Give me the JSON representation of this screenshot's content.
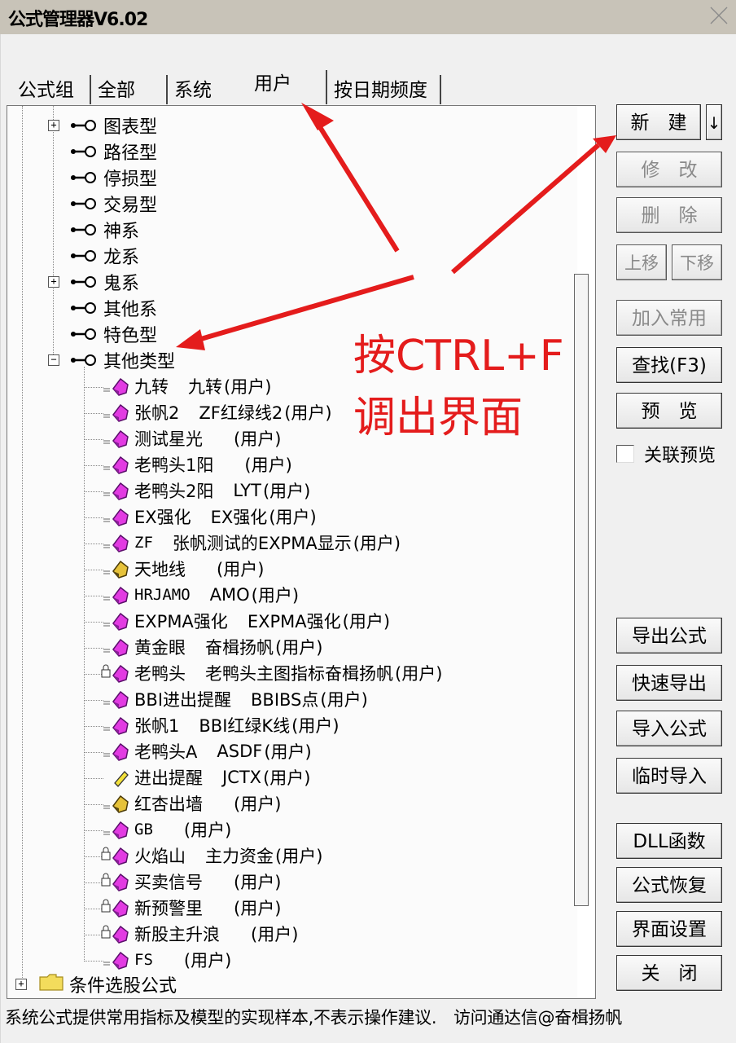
{
  "window": {
    "title": "公式管理器V6.02",
    "close_icon": "close-x-icon"
  },
  "tabs": [
    {
      "label": "公式组",
      "active": false
    },
    {
      "label": "全部",
      "active": false
    },
    {
      "label": "系统",
      "active": false
    },
    {
      "label": "用户",
      "active": true
    },
    {
      "label": "按日期频度",
      "active": false
    }
  ],
  "tree": {
    "groups": [
      {
        "label": "图表型",
        "expander": "+",
        "icon": "key-icon"
      },
      {
        "label": "路径型",
        "expander": "",
        "icon": "key-icon"
      },
      {
        "label": "停损型",
        "expander": "",
        "icon": "key-icon"
      },
      {
        "label": "交易型",
        "expander": "",
        "icon": "key-icon"
      },
      {
        "label": "神系",
        "expander": "",
        "icon": "key-icon"
      },
      {
        "label": "龙系",
        "expander": "",
        "icon": "key-icon"
      },
      {
        "label": "鬼系",
        "expander": "+",
        "icon": "key-icon"
      },
      {
        "label": "其他系",
        "expander": "",
        "icon": "key-icon"
      },
      {
        "label": "特色型",
        "expander": "",
        "icon": "key-icon"
      },
      {
        "label": "其他类型",
        "expander": "−",
        "icon": "key-icon"
      }
    ],
    "formulas": [
      {
        "name": "九转",
        "desc": "九转",
        "owner": "(用户)",
        "icon": "purple-gem-icon",
        "locked": false
      },
      {
        "name": "张帆2",
        "desc": "ZF红绿线2",
        "owner": "(用户)",
        "icon": "purple-gem-icon",
        "locked": false
      },
      {
        "name": "测试星光",
        "desc": "",
        "owner": "(用户)",
        "icon": "purple-gem-icon",
        "locked": false
      },
      {
        "name": "老鸭头1阳",
        "desc": "",
        "owner": "(用户)",
        "icon": "purple-gem-icon",
        "locked": false
      },
      {
        "name": "老鸭头2阳",
        "desc": "LYT",
        "owner": "(用户)",
        "icon": "purple-gem-icon",
        "locked": false
      },
      {
        "name": "EX强化",
        "desc": "EX强化",
        "owner": "(用户)",
        "icon": "purple-gem-icon",
        "locked": false
      },
      {
        "name": "ZF",
        "desc": "张帆测试的EXPMA显示",
        "owner": "(用户)",
        "icon": "purple-gem-icon",
        "locked": false
      },
      {
        "name": "天地线",
        "desc": "",
        "owner": "(用户)",
        "icon": "yellow-gem-icon",
        "locked": false
      },
      {
        "name": "HRJAMO",
        "desc": "AMO",
        "owner": "(用户)",
        "icon": "purple-gem-icon",
        "locked": false
      },
      {
        "name": "EXPMA强化",
        "desc": "EXPMA强化",
        "owner": "(用户)",
        "icon": "purple-gem-icon",
        "locked": false
      },
      {
        "name": "黄金眼",
        "desc": "奋楫扬帆",
        "owner": "(用户)",
        "icon": "purple-gem-icon",
        "locked": false
      },
      {
        "name": "老鸭头",
        "desc": "老鸭头主图指标奋楫扬帆",
        "owner": "(用户)",
        "icon": "purple-gem-icon",
        "locked": true
      },
      {
        "name": "BBI进出提醒",
        "desc": "BBIBS点",
        "owner": "(用户)",
        "icon": "purple-gem-icon",
        "locked": false
      },
      {
        "name": "张帆1",
        "desc": "BBI红绿K线",
        "owner": "(用户)",
        "icon": "purple-gem-icon",
        "locked": false
      },
      {
        "name": "老鸭头A",
        "desc": "ASDF",
        "owner": "(用户)",
        "icon": "purple-gem-icon",
        "locked": false
      },
      {
        "name": "进出提醒",
        "desc": "JCTX",
        "owner": "(用户)",
        "icon": "yellow-pencil-icon",
        "locked": false
      },
      {
        "name": "红杏出墙",
        "desc": "",
        "owner": "(用户)",
        "icon": "yellow-gem-icon",
        "locked": false
      },
      {
        "name": "GB",
        "desc": "",
        "owner": "(用户)",
        "icon": "purple-gem-icon",
        "locked": false
      },
      {
        "name": "火焰山",
        "desc": "主力资金",
        "owner": "(用户)",
        "icon": "purple-gem-icon",
        "locked": true
      },
      {
        "name": "买卖信号",
        "desc": "",
        "owner": "(用户)",
        "icon": "purple-gem-icon",
        "locked": true
      },
      {
        "name": "新预警里",
        "desc": "",
        "owner": "(用户)",
        "icon": "purple-gem-icon",
        "locked": true
      },
      {
        "name": "新股主升浪",
        "desc": "",
        "owner": "(用户)",
        "icon": "purple-gem-icon",
        "locked": true
      },
      {
        "name": "FS",
        "desc": "",
        "owner": "(用户)",
        "icon": "purple-gem-icon",
        "locked": false
      }
    ],
    "bottom_folder": {
      "label": "条件选股公式",
      "expander": "+",
      "icon": "folder-icon"
    }
  },
  "buttons": {
    "new": {
      "label": "新　建",
      "enabled": true
    },
    "new_dropdown": {
      "label": "↓",
      "enabled": true
    },
    "modify": {
      "label": "修　改",
      "enabled": false
    },
    "delete": {
      "label": "删　除",
      "enabled": false
    },
    "move_up": {
      "label": "上移",
      "enabled": false
    },
    "move_down": {
      "label": "下移",
      "enabled": false
    },
    "add_common": {
      "label": "加入常用",
      "enabled": false
    },
    "find": {
      "label": "查找(F3)",
      "enabled": true
    },
    "preview": {
      "label": "预　览",
      "enabled": true
    },
    "export": {
      "label": "导出公式",
      "enabled": true
    },
    "quick_export": {
      "label": "快速导出",
      "enabled": true
    },
    "import": {
      "label": "导入公式",
      "enabled": true
    },
    "temp_import": {
      "label": "临时导入",
      "enabled": true
    },
    "dll": {
      "label": "DLL函数",
      "enabled": true
    },
    "restore": {
      "label": "公式恢复",
      "enabled": true
    },
    "ui_settings": {
      "label": "界面设置",
      "enabled": true
    },
    "close": {
      "label": "关　闭",
      "enabled": true
    }
  },
  "linked_preview": {
    "label": "关联预览",
    "checked": false
  },
  "status_bar": {
    "text": "系统公式提供常用指标及模型的实现样本,不表示操作建议.　访问通达信@奋楫扬帆"
  },
  "annotations": {
    "line1": "按CTRL+F",
    "line2": "调出界面",
    "color": "#e41c1c"
  }
}
